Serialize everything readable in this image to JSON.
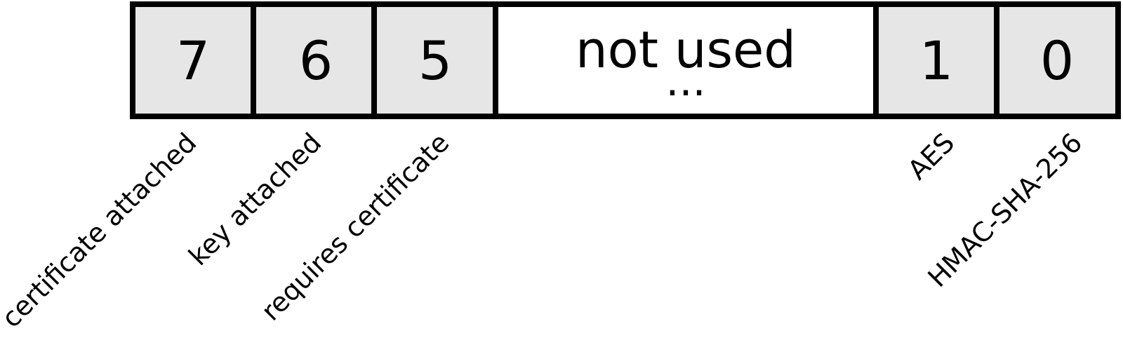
{
  "colors": {
    "bit_fill": "#e6e6e6",
    "unused_fill": "#ffffff",
    "stroke": "#000000"
  },
  "fields": [
    {
      "number": "7",
      "label": "certificate attached"
    },
    {
      "number": "6",
      "label": "key attached"
    },
    {
      "number": "5",
      "label": "requires certificate"
    },
    {
      "text": "not used",
      "ellipsis": "..."
    },
    {
      "number": "1",
      "label": "AES"
    },
    {
      "number": "0",
      "label": "HMAC-SHA-256"
    }
  ]
}
